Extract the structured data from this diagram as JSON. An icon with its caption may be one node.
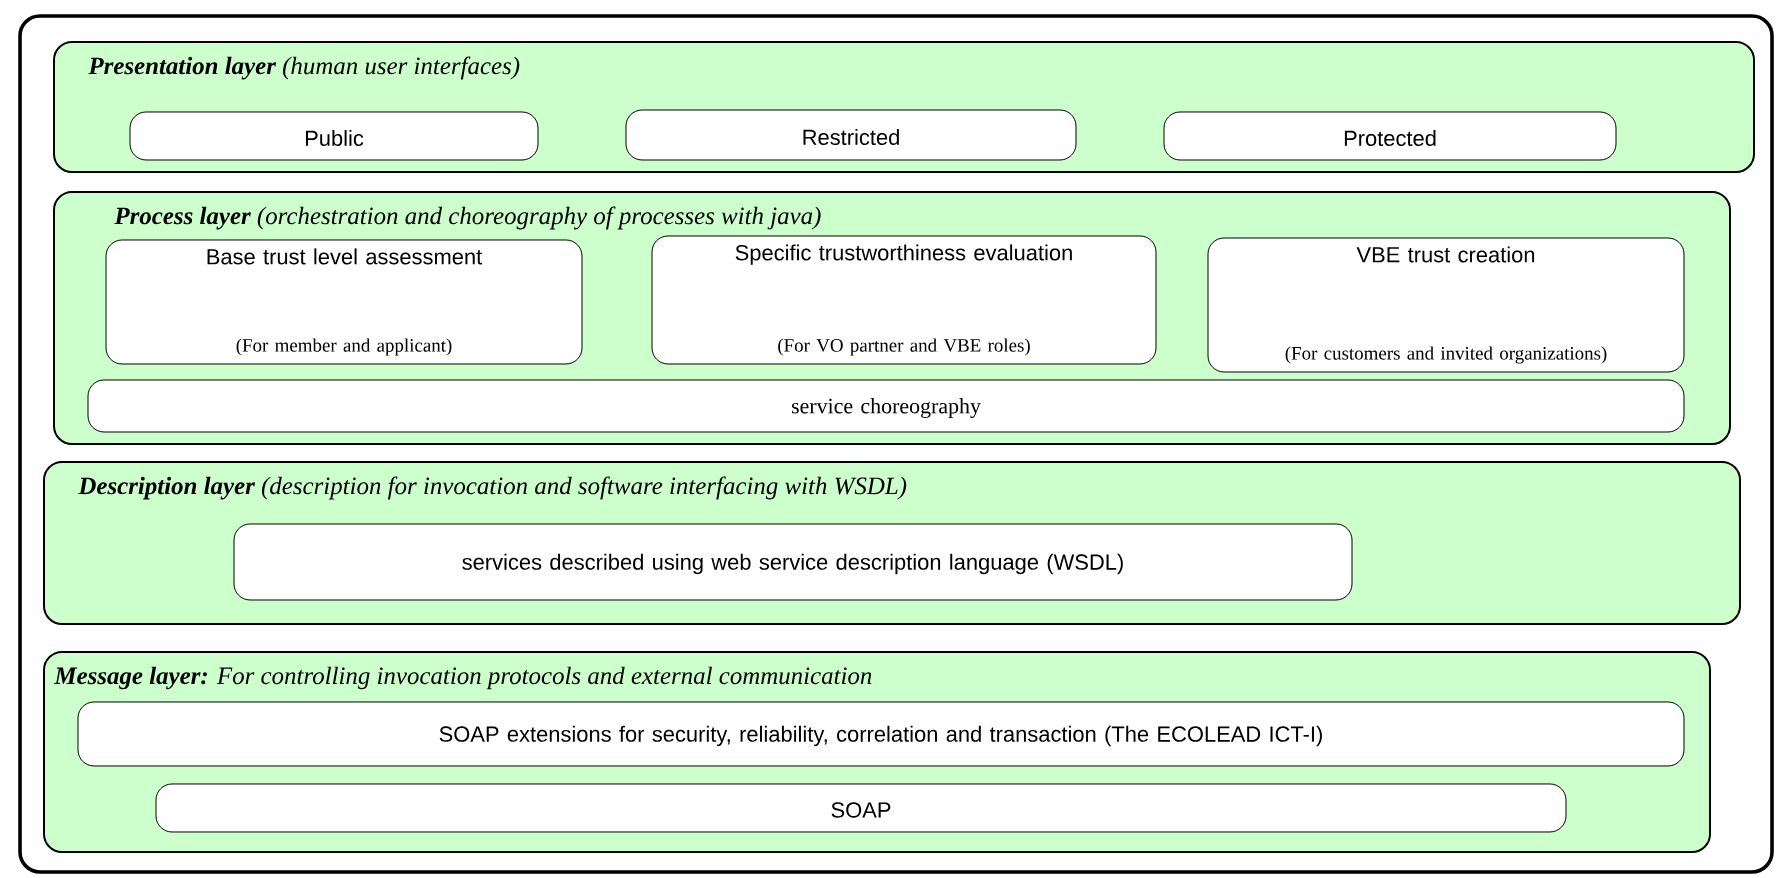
{
  "diagram": {
    "nodes": [
      {
        "text": [],
        "shape": "box"
      },
      {
        "text": [
          "**Presentation layer** (human user interfaces)"
        ],
        "in": 0
      },
      {
        "text": [
          "Public"
        ],
        "in": 1
      },
      {
        "text": [
          "Restricted"
        ],
        "in": 1
      },
      {
        "text": [
          "Protected"
        ],
        "in": 1
      },
      {
        "text": [
          "**Process layer** (orchestration and choreography of processes with java)"
        ],
        "in": 0
      },
      {
        "text": [
          "Base trust level assessment",
          "(For member and applicant)"
        ],
        "in": 5
      },
      {
        "text": [
          "Specific trustworthiness evaluation",
          "(For VO partner and VBE roles)"
        ],
        "in": 5
      },
      {
        "text": [
          "VBE trust creation",
          "(For customers and invited organizations)"
        ],
        "in": 5
      },
      {
        "text": [
          "service choreography"
        ],
        "in": 5
      },
      {
        "text": [
          "**Description layer** (description for invocation and software interfacing with WSDL)"
        ],
        "in": 0
      },
      {
        "text": [
          "services described using web service description language (WSDL)"
        ],
        "in": 10
      },
      {
        "text": [
          "**Message layer:** For controlling invocation protocols and external communication"
        ],
        "in": 0
      },
      {
        "text": [
          "SOAP extensions for security, reliability, correlation and transaction (The ECOLEAD ICT-I)"
        ],
        "in": 12
      },
      {
        "text": [
          "SOAP"
        ],
        "in": 12
      }
    ]
  }
}
